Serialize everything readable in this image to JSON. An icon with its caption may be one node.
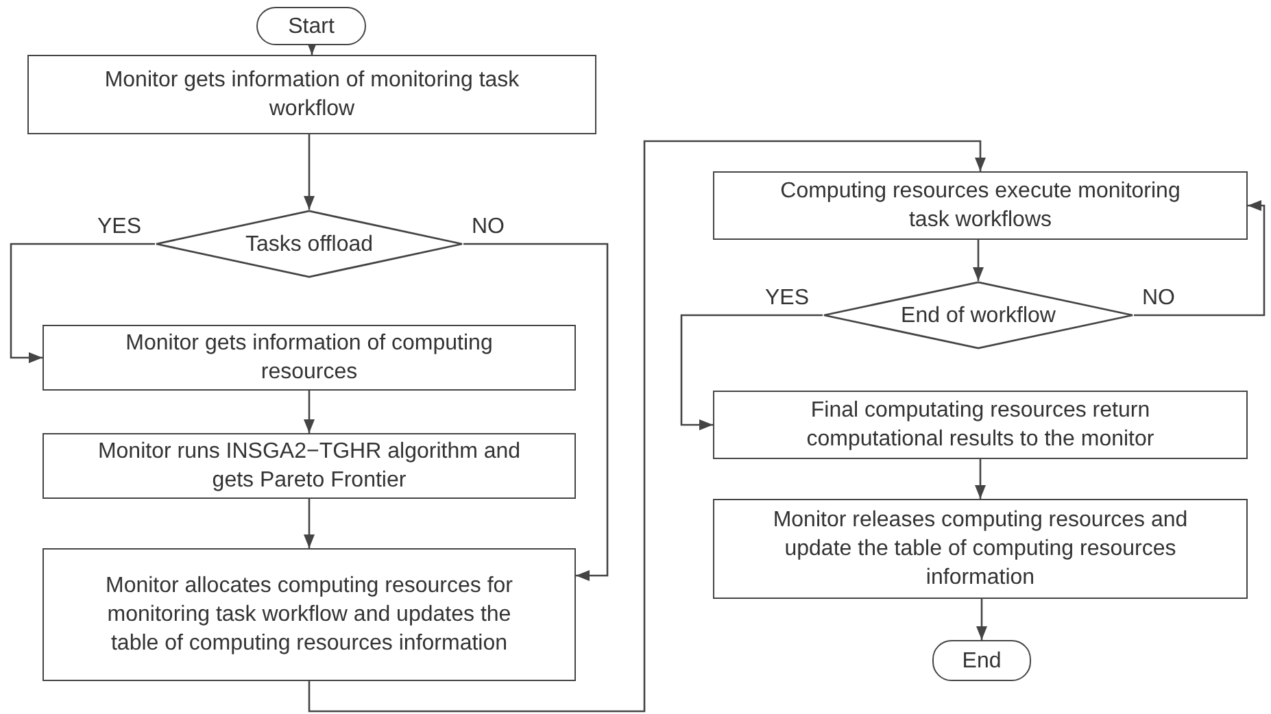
{
  "diagram": {
    "nodes": [
      {
        "text": [
          "Start"
        ]
      },
      {
        "text": [
          "Monitor gets information of monitoring task workflow"
        ]
      },
      {
        "text": [
          "Tasks offload"
        ]
      },
      {
        "text": [
          "Monitor gets information of computing resources"
        ]
      },
      {
        "text": [
          "Monitor runs INSGA2−TGHR algorithm and gets Pareto Frontier"
        ]
      },
      {
        "text": [
          "Monitor allocates computing resources for monitoring task workflow and updates the table of computing resources information"
        ]
      },
      {
        "text": [
          "Computing resources execute monitoring task workflows"
        ]
      },
      {
        "text": [
          "End of workflow"
        ]
      },
      {
        "text": [
          "Final computating resources return computational results to the monitor"
        ]
      },
      {
        "text": [
          "Monitor releases computing resources and  update the table of computing resources information"
        ]
      },
      {
        "text": [
          "End"
        ]
      }
    ],
    "edges": [
      {
        "from": 0,
        "to": 1,
        "arrow": "to"
      },
      {
        "from": 1,
        "to": 2,
        "arrow": "to"
      },
      {
        "from": 2,
        "to": 3,
        "arrow": "to",
        "label": "YES"
      },
      {
        "from": 2,
        "to": 5,
        "arrow": "to",
        "label": "NO"
      },
      {
        "from": 3,
        "to": 4,
        "arrow": "to"
      },
      {
        "from": 4,
        "to": 5,
        "arrow": "to"
      },
      {
        "from": 5,
        "to": 6,
        "arrow": "to"
      },
      {
        "from": 6,
        "to": 7,
        "arrow": "to"
      },
      {
        "from": 7,
        "to": 8,
        "arrow": "to",
        "label": "YES"
      },
      {
        "from": 7,
        "to": 6,
        "arrow": "to",
        "label": "NO"
      },
      {
        "from": 8,
        "to": 9,
        "arrow": "to"
      },
      {
        "from": 9,
        "to": 10,
        "arrow": "to"
      }
    ]
  }
}
